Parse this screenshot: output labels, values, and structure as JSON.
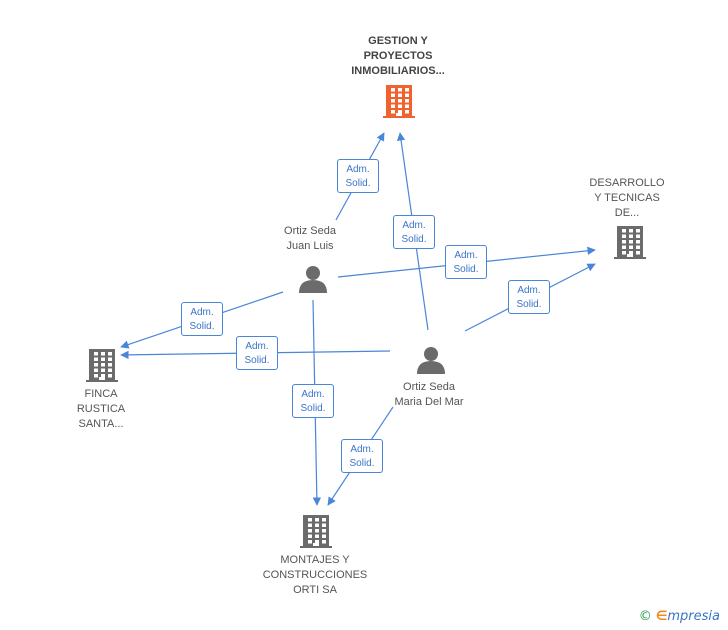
{
  "companies": [
    {
      "id": "gestion",
      "lines": [
        "GESTION Y",
        "PROYECTOS",
        "INMOBILIARIOS..."
      ],
      "highlighted": true
    },
    {
      "id": "desarrollo",
      "lines": [
        "DESARROLLO",
        "Y TECNICAS",
        "DE..."
      ],
      "highlighted": false
    },
    {
      "id": "finca",
      "lines": [
        "FINCA",
        "RUSTICA",
        "SANTA..."
      ],
      "highlighted": false
    },
    {
      "id": "montajes",
      "lines": [
        "MONTAJES Y",
        "CONSTRUCCIONES",
        "ORTI SA"
      ],
      "highlighted": false
    }
  ],
  "persons": [
    {
      "id": "juan",
      "lines": [
        "Ortiz Seda",
        "Juan Luis"
      ]
    },
    {
      "id": "maria",
      "lines": [
        "Ortiz Seda",
        "Maria Del Mar"
      ]
    }
  ],
  "relations": [
    {
      "from": "juan",
      "to": "gestion",
      "role": [
        "Adm.",
        "Solid."
      ]
    },
    {
      "from": "maria",
      "to": "gestion",
      "role": [
        "Adm.",
        "Solid."
      ]
    },
    {
      "from": "juan",
      "to": "desarrollo",
      "role": [
        "Adm.",
        "Solid."
      ]
    },
    {
      "from": "maria",
      "to": "desarrollo",
      "role": [
        "Adm.",
        "Solid."
      ]
    },
    {
      "from": "juan",
      "to": "finca",
      "role": [
        "Adm.",
        "Solid."
      ]
    },
    {
      "from": "maria",
      "to": "finca",
      "role": [
        "Adm.",
        "Solid."
      ]
    },
    {
      "from": "juan",
      "to": "montajes",
      "role": [
        "Adm.",
        "Solid."
      ]
    },
    {
      "from": "maria",
      "to": "montajes",
      "role": [
        "Adm.",
        "Solid."
      ]
    }
  ],
  "colors": {
    "edge": "#4a86d8",
    "company_highlight": "#f0622e",
    "company": "#6b6b6b",
    "person": "#6b6b6b"
  },
  "icons": {
    "company": "building-icon",
    "person": "person-icon"
  },
  "footer": {
    "copyright": "©",
    "brand_first": "∈",
    "brand_rest": "mpresia"
  }
}
